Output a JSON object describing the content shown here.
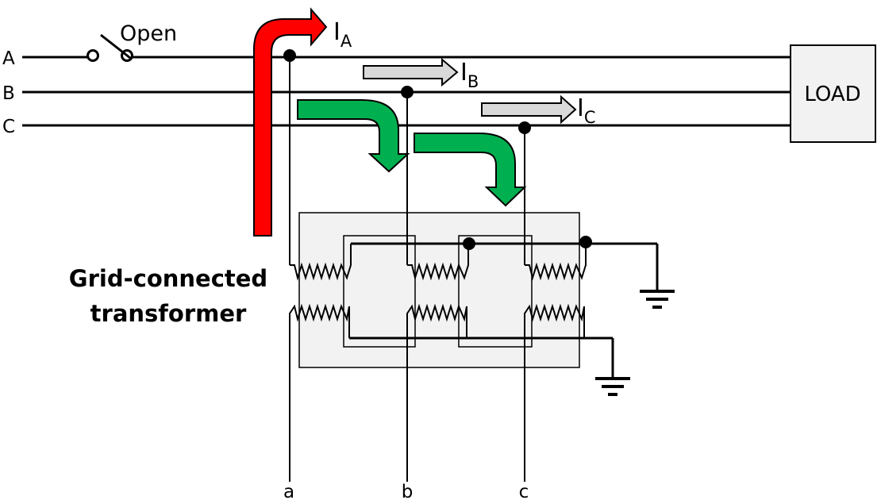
{
  "phases": {
    "a_upper": "A",
    "b_upper": "B",
    "c_upper": "C"
  },
  "switch": {
    "label": "Open"
  },
  "currents": {
    "ia": {
      "main": "I",
      "sub": "A"
    },
    "ib": {
      "main": "I",
      "sub": "B"
    },
    "ic": {
      "main": "I",
      "sub": "C"
    }
  },
  "load": {
    "label": "LOAD"
  },
  "transformer": {
    "title_line1": "Grid-connected",
    "title_line2": "transformer"
  },
  "terminals": {
    "a": "a",
    "b": "b",
    "c": "c"
  },
  "colors": {
    "fault_current": "#ff0000",
    "induced_current": "#00b050",
    "load_current": "#d9d9d9",
    "box_fill": "#f2f2f2"
  },
  "icons": [
    "open-switch-icon",
    "ground-icon",
    "winding-icon",
    "arrow-icon"
  ]
}
